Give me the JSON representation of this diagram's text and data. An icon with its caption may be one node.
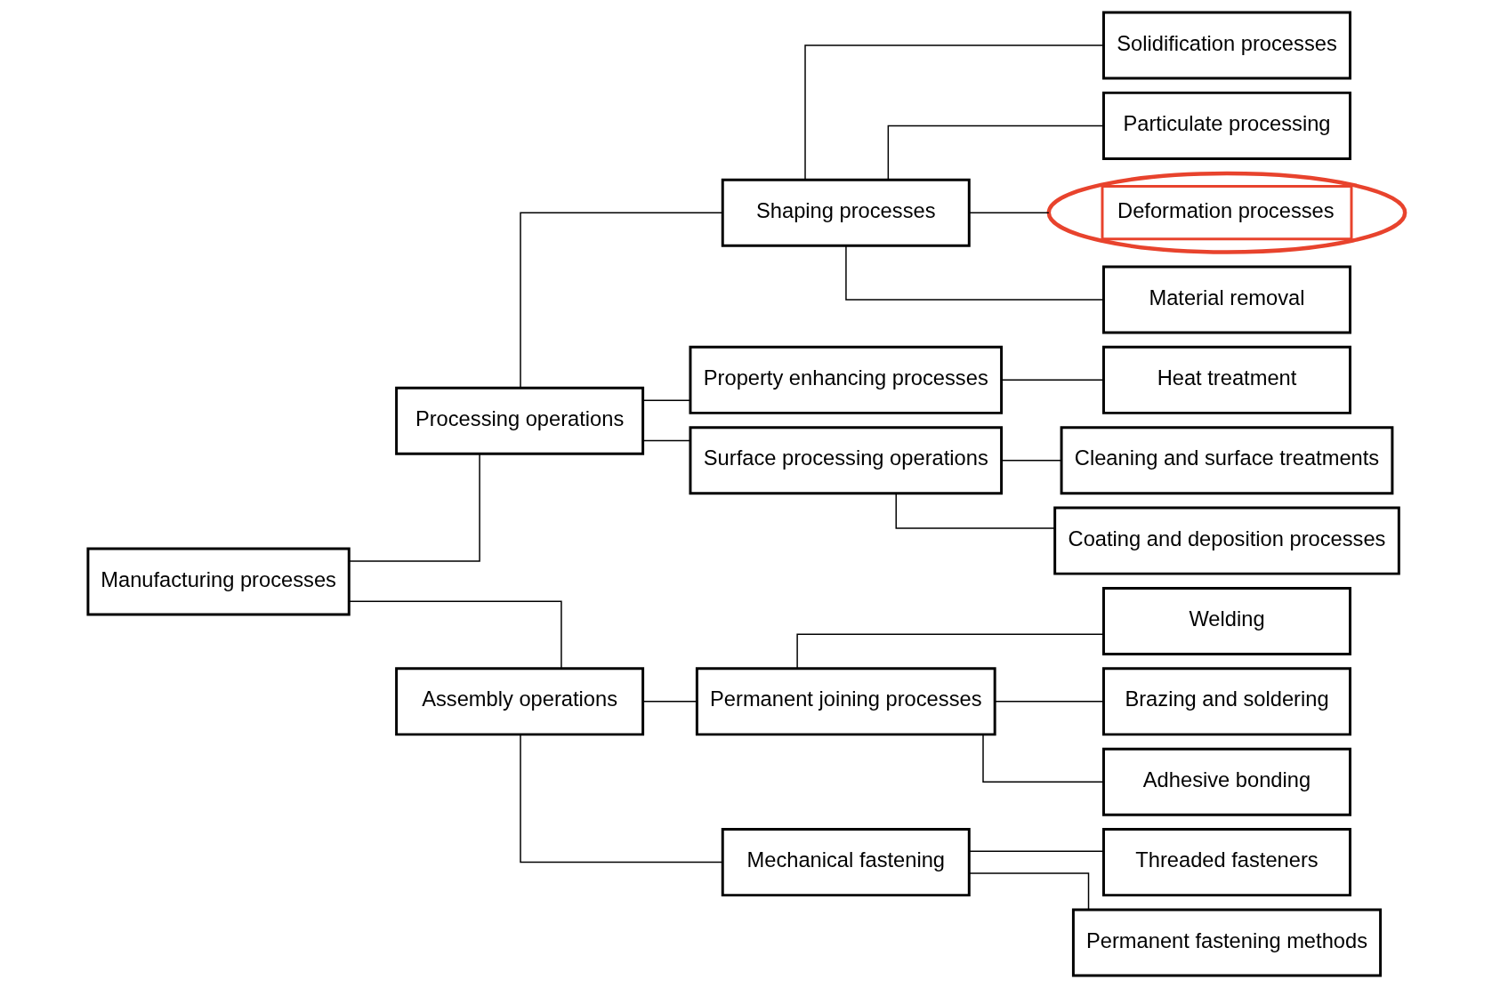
{
  "diagram": {
    "nodes": [
      {
        "text": [
          "Manufacturing processes"
        ]
      },
      {
        "text": [
          "Processing operations"
        ]
      },
      {
        "text": [
          "Shaping processes"
        ]
      },
      {
        "text": [
          "Solidification processes"
        ]
      },
      {
        "text": [
          "Particulate processing"
        ]
      },
      {
        "text": [
          "Deformation processes"
        ]
      },
      {
        "text": [
          "Material removal"
        ]
      },
      {
        "text": [
          "Property enhancing processes"
        ]
      },
      {
        "text": [
          "Heat treatment"
        ]
      },
      {
        "text": [
          "Surface processing operations"
        ]
      },
      {
        "text": [
          "Cleaning and surface treatments"
        ]
      },
      {
        "text": [
          "Coating and deposition processes"
        ]
      },
      {
        "text": [
          "Assembly operations"
        ]
      },
      {
        "text": [
          "Permanent joining processes"
        ]
      },
      {
        "text": [
          "Welding"
        ]
      },
      {
        "text": [
          "Brazing and soldering"
        ]
      },
      {
        "text": [
          "Adhesive bonding"
        ]
      },
      {
        "text": [
          "Mechanical fastening"
        ]
      },
      {
        "text": [
          "Threaded fasteners"
        ]
      },
      {
        "text": [
          "Permanent fastening methods"
        ]
      }
    ],
    "edges": [
      {
        "from": 0,
        "to": 1,
        "arrow": "none"
      },
      {
        "from": 1,
        "to": 2,
        "arrow": "none"
      },
      {
        "from": 2,
        "to": 3,
        "arrow": "none"
      },
      {
        "from": 2,
        "to": 4,
        "arrow": "none"
      },
      {
        "from": 2,
        "to": 5,
        "arrow": "none"
      },
      {
        "from": 2,
        "to": 6,
        "arrow": "none"
      },
      {
        "from": 1,
        "to": 7,
        "arrow": "none"
      },
      {
        "from": 7,
        "to": 8,
        "arrow": "none"
      },
      {
        "from": 1,
        "to": 9,
        "arrow": "none"
      },
      {
        "from": 9,
        "to": 10,
        "arrow": "none"
      },
      {
        "from": 9,
        "to": 11,
        "arrow": "none"
      },
      {
        "from": 0,
        "to": 12,
        "arrow": "none"
      },
      {
        "from": 12,
        "to": 13,
        "arrow": "none"
      },
      {
        "from": 13,
        "to": 14,
        "arrow": "none"
      },
      {
        "from": 13,
        "to": 15,
        "arrow": "none"
      },
      {
        "from": 13,
        "to": 16,
        "arrow": "none"
      },
      {
        "from": 12,
        "to": 17,
        "arrow": "none"
      },
      {
        "from": 17,
        "to": 18,
        "arrow": "none"
      },
      {
        "from": 17,
        "to": 19,
        "arrow": "none"
      }
    ]
  }
}
